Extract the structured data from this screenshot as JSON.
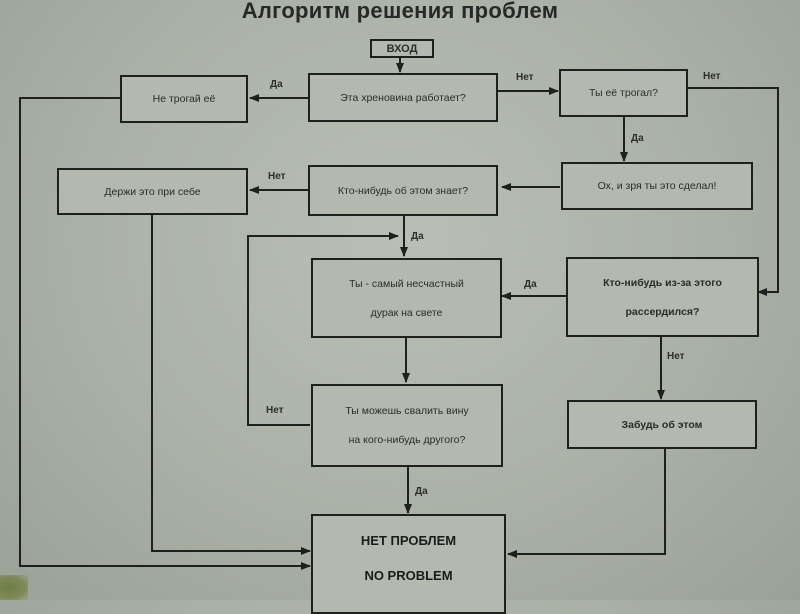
{
  "title": "Алгоритм решения проблем",
  "nodes": {
    "entry": "ВХОД",
    "does_it_work": "Эта хреновина работает?",
    "dont_touch": "Не трогай её",
    "did_you_touch": "Ты её трогал?",
    "oh_shouldnt": "Ох, и зря ты это сделал!",
    "anyone_knows": "Кто-нибудь об этом знает?",
    "keep_to_yourself": "Держи это при себе",
    "unlucky_fool": [
      "Ты - самый несчастный",
      "дурак на свете"
    ],
    "anyone_angry": [
      "Кто-нибудь из-за этого",
      "рассердился?"
    ],
    "blame_someone": [
      "Ты можешь свалить вину",
      "на кого-нибудь другого?"
    ],
    "forget_it": "Забудь об этом",
    "no_problem": [
      "НЕТ ПРОБЛЕМ",
      "NO PROBLEM"
    ]
  },
  "edge_labels": {
    "works_yes": "Да",
    "works_no": "Нет",
    "touched_no": "Нет",
    "touched_yes": "Да",
    "knows_no": "Нет",
    "knows_yes": "Да",
    "angry_yes": "Да",
    "angry_no": "Нет",
    "blame_no": "Нет",
    "blame_yes": "Да"
  },
  "colors": {
    "line": "#1d201c",
    "box_fill": "#b3b9af",
    "paper": "#aab1a6"
  }
}
